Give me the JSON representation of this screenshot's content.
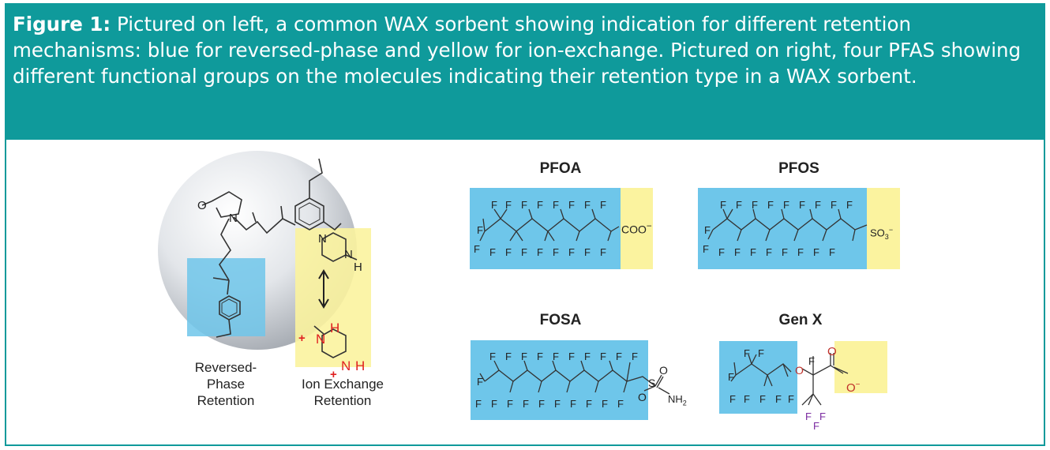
{
  "figure": {
    "label": "Figure 1:",
    "caption": "Pictured on left, a common WAX sorbent showing indication for different retention mechanisms: blue for reversed-phase and yellow for ion-exchange. Pictured on right, four PFAS showing different functional groups on the molecules indicating their retention type in a WAX sorbent."
  },
  "colors": {
    "accent": "#0f9a9b",
    "reversed_phase": "#6ec6ea",
    "ion_exchange": "#fbf39f",
    "charge": "#e02020",
    "oxygen": "#c0302a",
    "fluorine_genx": "#7a2aa0"
  },
  "sorbent": {
    "reversed_phase_label": [
      "Reversed-",
      "Phase",
      "Retention"
    ],
    "ion_exchange_label": [
      "Ion Exchange",
      "Retention"
    ],
    "atoms": {
      "N": "N",
      "H": "H",
      "O": "O",
      "plus": "+"
    }
  },
  "molecules": [
    {
      "name": "PFOA",
      "group": "COO",
      "group_sup": "−"
    },
    {
      "name": "PFOS",
      "group": "SO",
      "group_sub": "3",
      "group_sup": "−"
    },
    {
      "name": "FOSA",
      "group_atoms": [
        "S",
        "O",
        "O",
        "NH"
      ],
      "group_sub": "2"
    },
    {
      "name": "Gen X",
      "group_atoms": [
        "O",
        "O",
        "O"
      ],
      "group_sup": "−"
    }
  ],
  "atom_F": "F"
}
